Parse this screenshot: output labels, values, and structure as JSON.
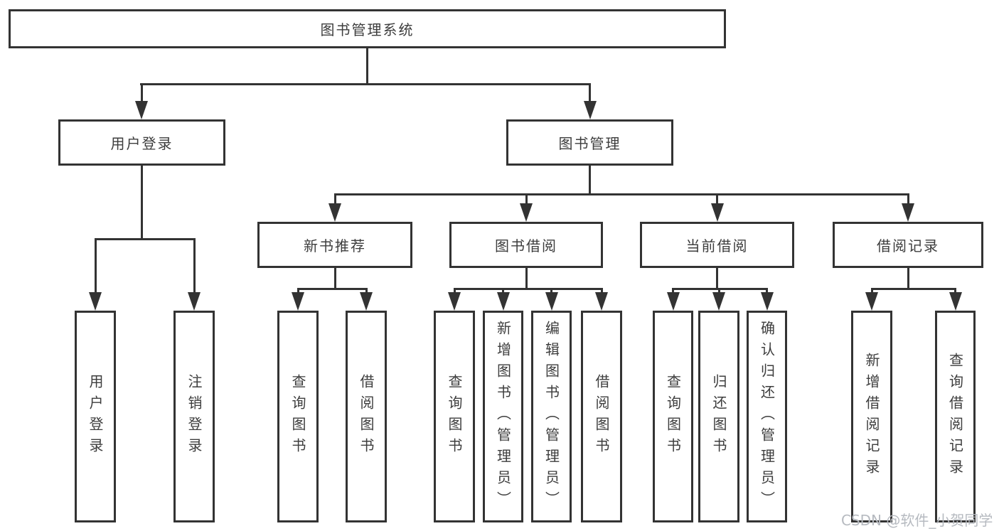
{
  "diagram": {
    "type": "hierarchy-tree",
    "title": "图书管理系统",
    "nodes": {
      "root": "图书管理系统",
      "user_login": "用户登录",
      "book_management": "图书管理",
      "new_book_recommend": "新书推荐",
      "book_borrow": "图书借阅",
      "current_borrow": "当前借阅",
      "borrow_record": "借阅记录",
      "leaf_user_login": "用户登录",
      "leaf_logout": "注销登录",
      "leaf_query_book_a": "查询图书",
      "leaf_borrow_book_a": "借阅图书",
      "leaf_query_book_b": "查询图书",
      "leaf_add_book": "新增图书（管理员）",
      "leaf_edit_book": "编辑图书（管理员）",
      "leaf_borrow_book_b": "借阅图书",
      "leaf_query_book_c": "查询图书",
      "leaf_return_book": "归还图书",
      "leaf_confirm_return": "确认归还（管理员）",
      "leaf_add_borrow_record": "新增借阅记录",
      "leaf_query_borrow_record": "查询借阅记录"
    },
    "edges": [
      [
        "图书管理系统",
        "用户登录"
      ],
      [
        "图书管理系统",
        "图书管理"
      ],
      [
        "用户登录",
        "用户登录(叶)"
      ],
      [
        "用户登录",
        "注销登录"
      ],
      [
        "图书管理",
        "新书推荐"
      ],
      [
        "图书管理",
        "图书借阅"
      ],
      [
        "图书管理",
        "当前借阅"
      ],
      [
        "图书管理",
        "借阅记录"
      ],
      [
        "新书推荐",
        "查询图书"
      ],
      [
        "新书推荐",
        "借阅图书"
      ],
      [
        "图书借阅",
        "查询图书"
      ],
      [
        "图书借阅",
        "新增图书（管理员）"
      ],
      [
        "图书借阅",
        "编辑图书（管理员）"
      ],
      [
        "图书借阅",
        "借阅图书"
      ],
      [
        "当前借阅",
        "查询图书"
      ],
      [
        "当前借阅",
        "归还图书"
      ],
      [
        "当前借阅",
        "确认归还（管理员）"
      ],
      [
        "借阅记录",
        "新增借阅记录"
      ],
      [
        "借阅记录",
        "查询借阅记录"
      ]
    ],
    "colors": {
      "line": "#333333",
      "text": "#3d3d3d",
      "background": "#ffffff",
      "watermark": "#b6bac0"
    }
  },
  "watermark": "CSDN @软件_小贺同学"
}
